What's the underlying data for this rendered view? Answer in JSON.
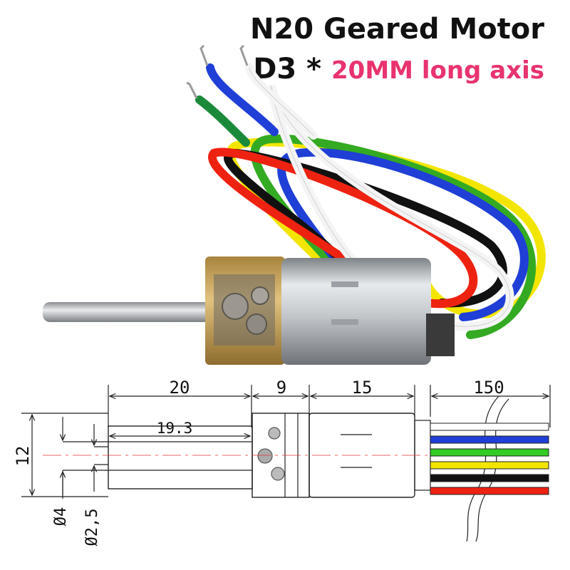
{
  "title": {
    "line1": "N20 Geared Motor",
    "line2_prefix": "D3 *",
    "line2_highlight": "20MM long axis"
  },
  "dimensions": {
    "shaft_length": "20",
    "gearbox_length": "9",
    "motor_length": "15",
    "wire_length": "150",
    "shaft_exposed": "19.3",
    "height": "12",
    "shaft_diameter": "Ø4",
    "flat_diameter": "Ø2,5"
  },
  "wires": [
    {
      "color": "#ffffff"
    },
    {
      "color": "#1f3fd6"
    },
    {
      "color": "#33cc22"
    },
    {
      "color": "#f2e600"
    },
    {
      "color": "#111111"
    },
    {
      "color": "#ee2211"
    }
  ],
  "colors": {
    "accent": "#e8336e",
    "gearbox_brass": "#c9a45a",
    "motor_can": "#c8ccd0"
  }
}
